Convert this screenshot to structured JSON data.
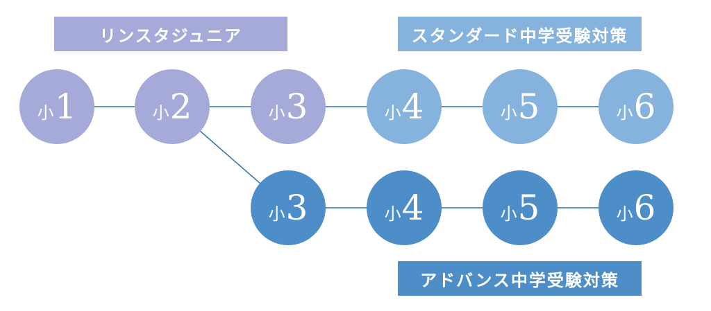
{
  "colors": {
    "junior": "#a5aad8",
    "standard": "#86b3dd",
    "advance": "#4d8ec9",
    "line": "#2f6fad"
  },
  "banners": {
    "junior": "リンスタジュニア",
    "standard": "スタンダード中学受験対策",
    "advance": "アドバンス中学受験対策"
  },
  "grade_prefix": "小",
  "nodes": {
    "g1": {
      "num": "1",
      "track": "junior"
    },
    "g2": {
      "num": "2",
      "track": "junior"
    },
    "g3j": {
      "num": "3",
      "track": "junior"
    },
    "g4s": {
      "num": "4",
      "track": "standard"
    },
    "g5s": {
      "num": "5",
      "track": "standard"
    },
    "g6s": {
      "num": "6",
      "track": "standard"
    },
    "g3a": {
      "num": "3",
      "track": "advance"
    },
    "g4a": {
      "num": "4",
      "track": "advance"
    },
    "g5a": {
      "num": "5",
      "track": "advance"
    },
    "g6a": {
      "num": "6",
      "track": "advance"
    }
  },
  "edges": [
    [
      "g1",
      "g2"
    ],
    [
      "g2",
      "g3j"
    ],
    [
      "g3j",
      "g4s"
    ],
    [
      "g4s",
      "g5s"
    ],
    [
      "g5s",
      "g6s"
    ],
    [
      "g2",
      "g3a"
    ],
    [
      "g3a",
      "g4a"
    ],
    [
      "g4a",
      "g5a"
    ],
    [
      "g5a",
      "g6a"
    ]
  ]
}
